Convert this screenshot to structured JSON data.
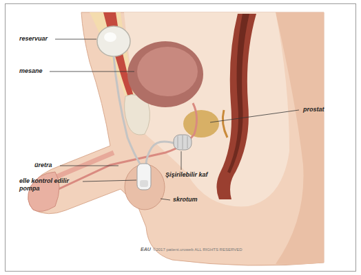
{
  "diagram": {
    "labels": [
      "reservuar",
      "mesane",
      "prostat",
      "üretra",
      "elle kontrol edilir pompa",
      "Şişirilebilir kaf",
      "skrotum",
      "EAU",
      "©2017 patient.uroweb ALL RIGHTS RESERVED"
    ]
  }
}
